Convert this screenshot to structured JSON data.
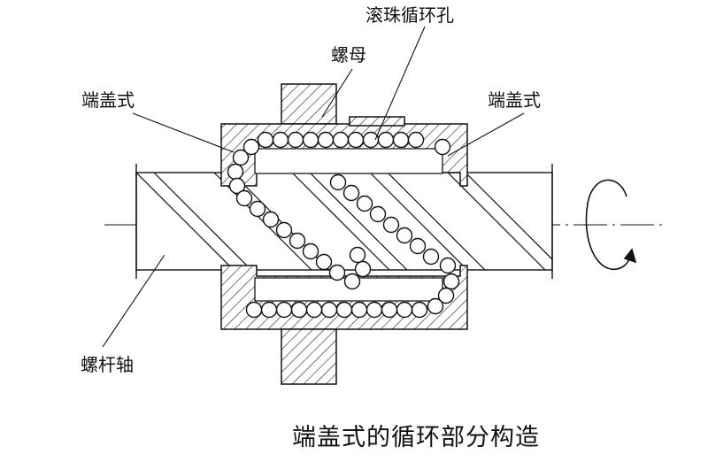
{
  "labels": {
    "ball_return_hole": "滚珠循环孔",
    "nut": "螺母",
    "end_cap_left": "端盖式",
    "end_cap_right": "端盖式",
    "screw_shaft": "螺杆轴"
  },
  "caption": "端盖式的循环部分构造",
  "colors": {
    "line": "#111111",
    "background": "#ffffff"
  }
}
